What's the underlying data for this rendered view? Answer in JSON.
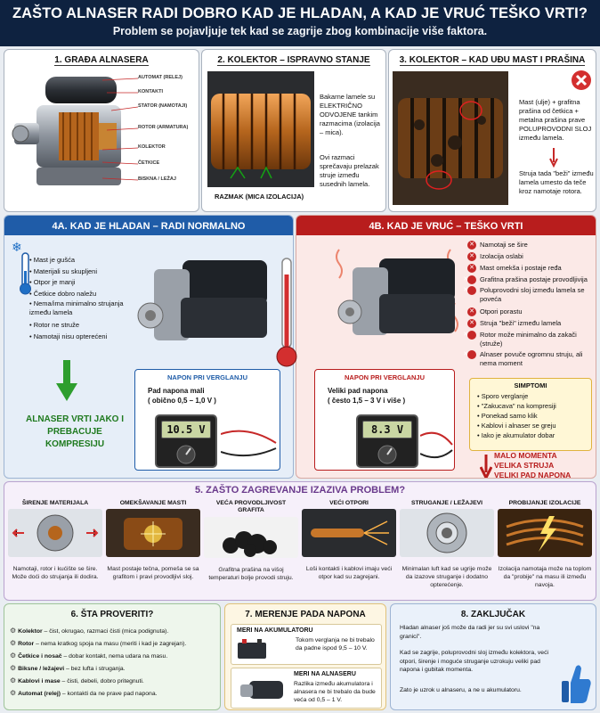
{
  "header": {
    "title": "ZAŠTO ALNASER RADI DOBRO KAD JE HLADAN, A KAD JE VRUĆ TEŠKO VRTI?",
    "subtitle": "Problem se pojavljuje tek kad se zagrije zbog kombinacije više faktora."
  },
  "section1": {
    "title": "1. GRAĐA ALNASERA",
    "labels": [
      "AUTOMAT (RELEJ)",
      "KONTAKTI",
      "STATOR (NAMOTAJI)",
      "ROTOR (ARMATURA)",
      "KOLEKTOR",
      "ČETKICE",
      "BISKNA / LEŽAJ"
    ]
  },
  "section2": {
    "title": "2. KOLEKTOR – ISPRAVNO STANJE",
    "text1": "Bakarne lamele su ELEKTRIČNO ODVOJENE tankim razmacima (izolacija – mica).",
    "text2": "Ovi razmaci sprečavaju prelazak struje između susednih lamela.",
    "caption": "RAZMAK (MICA IZOLACIJA)"
  },
  "section3": {
    "title": "3. KOLEKTOR – KAD UĐU MAST I PRAŠINA",
    "text1": "Mast (ulje) + grafitna prašina od četkica + metalna prašina prave POLUPROVODNI SLOJ između lamela.",
    "text2": "Struja tada \"beži\" između lamela umesto da teče kroz namotaje rotora."
  },
  "section4a": {
    "title": "4A. KAD JE HLADAN – RADI NORMALNO",
    "items": [
      "Mast je gušća",
      "Materijali su skupljeni",
      "Otpor je manji",
      "Četkice dobro naležu",
      "Nema/ima minimalno strujanja između lamela",
      "Rotor ne struže",
      "Namotaji nisu opterećeni"
    ],
    "verdict": "ALNASER VRTI JAKO I PREBACUJE KOMPRESIJU",
    "meter_title": "NAPON PRI VERGLANJU",
    "meter_text1": "Pad napona mali",
    "meter_text2": "( obično 0,5 – 1,0 V )",
    "meter_value": "10.5 V"
  },
  "section4b": {
    "title": "4B. KAD JE VRUĆ – TEŠKO VRTI",
    "items": [
      "Namotaji se šire",
      "Izolacija oslabi",
      "Mast omekša i postaje ređa",
      "Grafitna prašina postaje provodljivija",
      "Poluprovodni sloj između lamela se poveća",
      "Otpori porastu",
      "Struja \"beži\" između lamela",
      "Rotor može minimalno da zakači (struže)",
      "Alnaser povuče ogromnu struju, ali nema moment"
    ],
    "meter_title": "NAPON PRI VERGLANJU",
    "meter_text1": "Veliki pad napona",
    "meter_text2": "( često 1,5 – 3 V i više )",
    "meter_value": "8.3 V",
    "symptoms_title": "SIMPTOMI",
    "symptoms": [
      "Sporo verglanje",
      "\"Zakucava\" na kompresiji",
      "Ponekad samo klik",
      "Kablovi i alnaser se greju",
      "Iako je akumulator dobar"
    ],
    "verdict": [
      "MALO MOMENTA",
      "VELIKA STRUJA",
      "VELIKI PAD NAPONA"
    ]
  },
  "section5": {
    "title": "5. ZAŠTO ZAGREVANJE IZAZIVA PROBLEM?",
    "cards": [
      {
        "title": "ŠIRENJE MATERIJALA",
        "text": "Namotaji, rotor i kućište se šire. Može doći do strujanja ili dodira."
      },
      {
        "title": "OMEKŠAVANJE MASTI",
        "text": "Mast postaje tečna, pomeša se sa grafitom i pravi provodljivi sloj."
      },
      {
        "title": "VEĆA PROVODLJIVOST GRAFITA",
        "text": "Grafitna prašina na višoj temperaturi bolje provodi struju."
      },
      {
        "title": "VEĆI OTPORI",
        "text": "Loši kontakti i kablovi imaju veći otpor kad su zagrejani."
      },
      {
        "title": "STRUGANJE / LEŽAJEVI",
        "text": "Minimalan luft kad se ugrije može da izazove struganje i dodatno opterećenje."
      },
      {
        "title": "PROBIJANJE IZOLACIJE",
        "text": "Izolacija namotaja može na toplom da \"probije\" na masu ili između navoja."
      }
    ]
  },
  "section6": {
    "title": "6. ŠTA PROVERITI?",
    "items": [
      {
        "bold": "Kolektor",
        "text": " – čist, okrugao, razmaci čisti (mica podignuta)."
      },
      {
        "bold": "Rotor",
        "text": " – nema kratkog spoja na masu (meriti i kad je zagrejan)."
      },
      {
        "bold": "Četkice i nosač",
        "text": " – dobar kontakt, nema udara na masu."
      },
      {
        "bold": "Biksne / ležajevi",
        "text": " – bez lufta i struganja."
      },
      {
        "bold": "Kablovi i mase",
        "text": " – čisti, debeli, dobro pritegnuti."
      },
      {
        "bold": "Automat (relej)",
        "text": " – kontakti da ne prave pad napona."
      }
    ]
  },
  "section7": {
    "title": "7. MERENJE PADA NAPONA",
    "sub1": "MERI NA AKUMULATORU",
    "text1": "Tokom verglanja ne bi trebalo da padne ispod 9,5 – 10 V.",
    "sub2": "MERI NA ALNASERU",
    "text2": "Razlika između akumulatora i alnasera ne bi trebalo da bude veća od 0,5 – 1 V."
  },
  "section8": {
    "title": "8. ZAKLJUČAK",
    "p1": "Hladan alnaser još može da radi jer su svi uslovi \"na granici\".",
    "p2": "Kad se zagrije, poluprovodni sloj između kolektora, veći otpori, širenje i moguće struganje uzrokuju veliki pad napona i gubitak momenta.",
    "p3": "Zato je uzrok u alnaseru, a ne u akumulatoru."
  },
  "colors": {
    "navy": "#0e2240",
    "blue": "#1f5ca8",
    "red": "#b81d1d",
    "purple": "#6a3a8c",
    "green": "#2e8b2e"
  }
}
